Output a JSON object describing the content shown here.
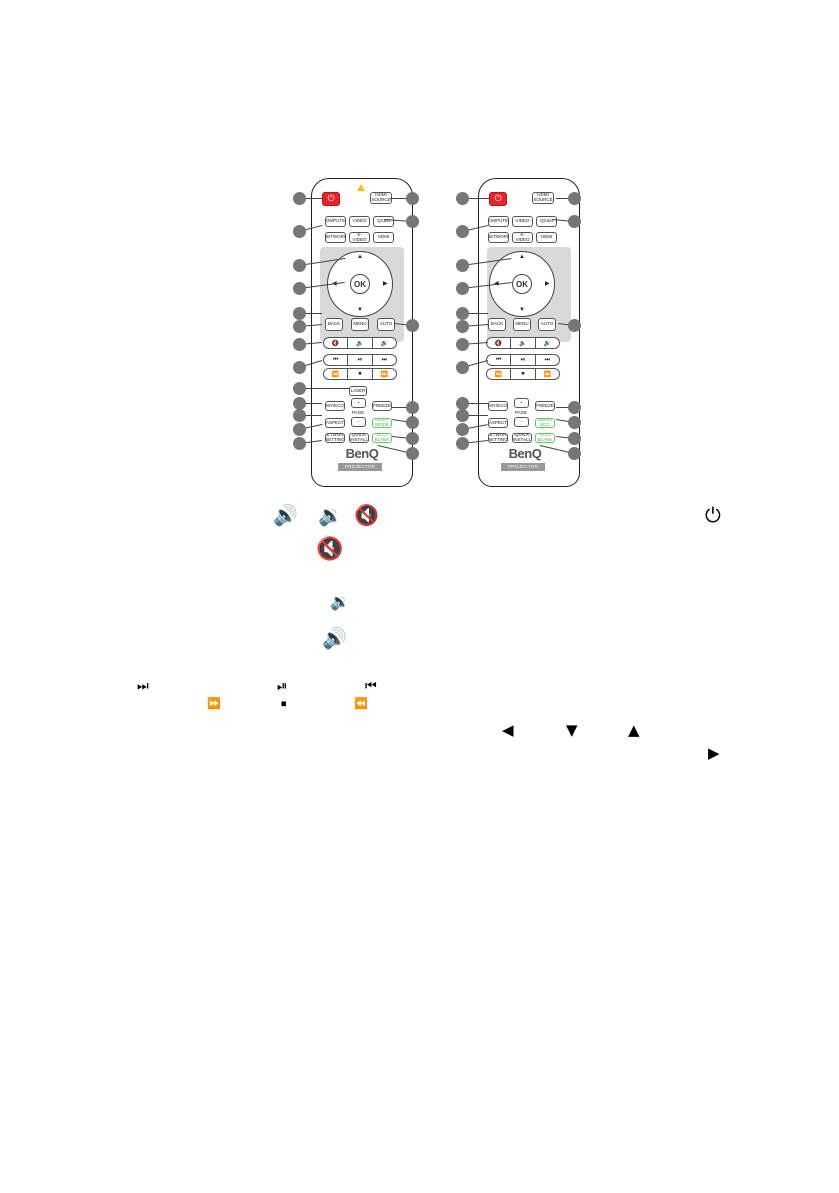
{
  "remote": {
    "power_symbol": "⏻",
    "source_label": "SOURCE",
    "source_top": "HDMI",
    "row1": [
      "COMPUTER",
      "VIDEO",
      "QCast"
    ],
    "row2": [
      "NETWORK",
      "S-VIDEO",
      "HDMI"
    ],
    "ok_label": "OK",
    "row_controls": [
      "BACK",
      "MENU",
      "AUTO"
    ],
    "volume_row": [
      "🔇",
      "🔉",
      "🔊"
    ],
    "media_row1": [
      "⏮",
      "⏯",
      "⏭"
    ],
    "media_row2": [
      "⏪",
      "⏹",
      "⏩"
    ],
    "laser_label": "LASER",
    "left_buttons": [
      "MY/ECO",
      "ASPECT",
      "NETWORK SETTING"
    ],
    "page_plus": "+",
    "page_minus": "-",
    "page_label": "PAGE",
    "right_buttons": [
      "FREEZE",
      "QUICK INSTALL"
    ],
    "green_buttons_left": [
      "LIGHT MODE",
      "ECO BLANK"
    ],
    "green_buttons_right": [
      "SMART ECO",
      "ECO BLANK"
    ],
    "brand": "BenQ",
    "product": "PROJECTOR"
  },
  "glyphs": {
    "vol_up_a": "🔊",
    "vol_down_a": "🔉",
    "mute_a": "🔇",
    "power": "⏻",
    "mute_b": "🔇",
    "vol_down_b": "🔉",
    "vol_up_b": "🔊",
    "next": "⏭",
    "play_pause": "⏯",
    "prev": "⏮",
    "fast_fwd": "⏩",
    "stop": "⏹",
    "rewind": "⏪",
    "left": "◀",
    "down": "▼",
    "up": "▲",
    "right": "▶"
  }
}
